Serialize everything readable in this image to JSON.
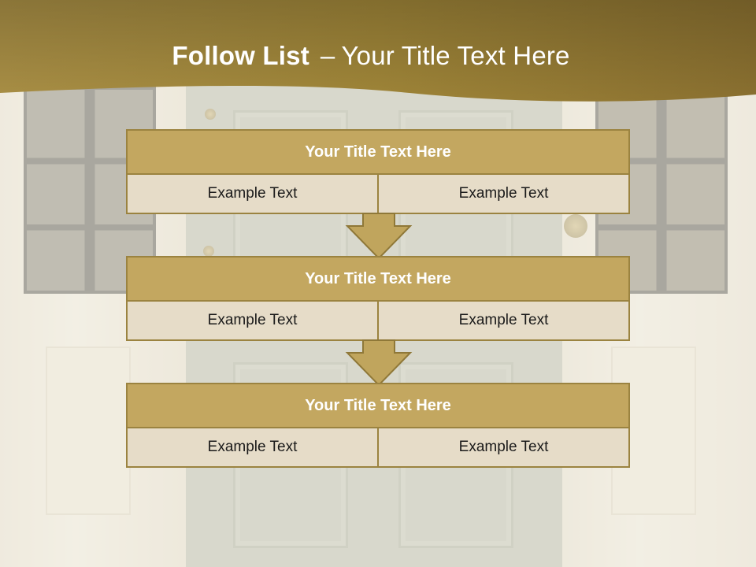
{
  "slide": {
    "title_bold": "Follow List",
    "title_separator": "–",
    "title_rest": "Your Title Text Here",
    "colors": {
      "header_band": "#9f8537",
      "box_header": "#c3a760",
      "box_cell": "#e6dcc8",
      "border": "#9b8340",
      "arrow": "#c0a55d"
    }
  },
  "steps": [
    {
      "title": "Your Title Text Here",
      "left": "Example Text",
      "right": "Example Text"
    },
    {
      "title": "Your Title Text Here",
      "left": "Example Text",
      "right": "Example Text"
    },
    {
      "title": "Your Title Text Here",
      "left": "Example Text",
      "right": "Example Text"
    }
  ],
  "connectors": [
    {
      "icon": "down-arrow-icon"
    },
    {
      "icon": "down-arrow-icon"
    }
  ]
}
